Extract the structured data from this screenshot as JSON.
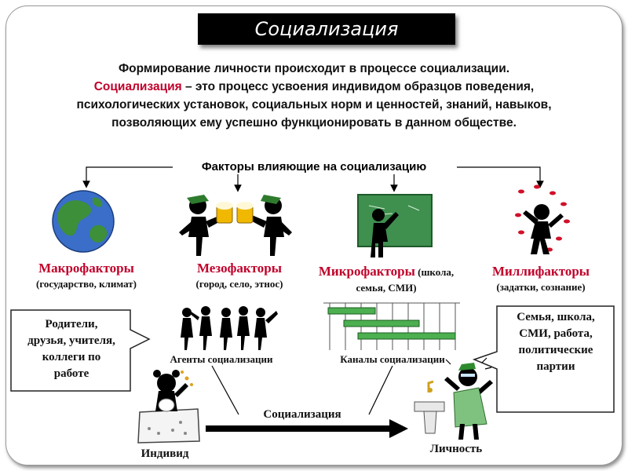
{
  "title": "Социализация",
  "intro": {
    "line1": "Формирование личности происходит в процессе социализации.",
    "term": "Социализация",
    "line2_rest": " – это процесс усвоения индивидом образцов поведения,",
    "line3": "психологических установок, социальных норм и ценностей, знаний, навыков,",
    "line4": "позволяющих ему успешно функционировать в данном обществе."
  },
  "factors_title": "Факторы влияющие на социализацию",
  "factors": [
    {
      "name": "Макрофакторы",
      "detail": "(государство, климат)",
      "icon": "globe-icon"
    },
    {
      "name": "Мезофакторы",
      "detail": "(город, село, этнос)",
      "icon": "toasting-figures-icon"
    },
    {
      "name": "Микрофакторы",
      "detail_inline": " (школа,",
      "detail": "семья, СМИ)",
      "icon": "chalkboard-figure-icon"
    },
    {
      "name": "Миллифакторы",
      "detail": "(задатки, сознание)",
      "icon": "juggling-figure-icon"
    }
  ],
  "callout_left": [
    "Родители,",
    "друзья, учителя,",
    "коллеги по",
    "работе"
  ],
  "callout_right": [
    "Семья, школа,",
    "СМИ, работа,",
    "политические",
    "партии"
  ],
  "agents_label": "Агенты социализации",
  "channels_label": "Каналы социализации",
  "process_label": "Социализация",
  "individual_label": "Индивид",
  "personality_label": "Личность",
  "colors": {
    "accent_red": "#c0002a",
    "title_bg": "#000000",
    "globe_sea": "#3a6ec8",
    "globe_land": "#3d8f3a",
    "board": "#3f8f4f"
  }
}
